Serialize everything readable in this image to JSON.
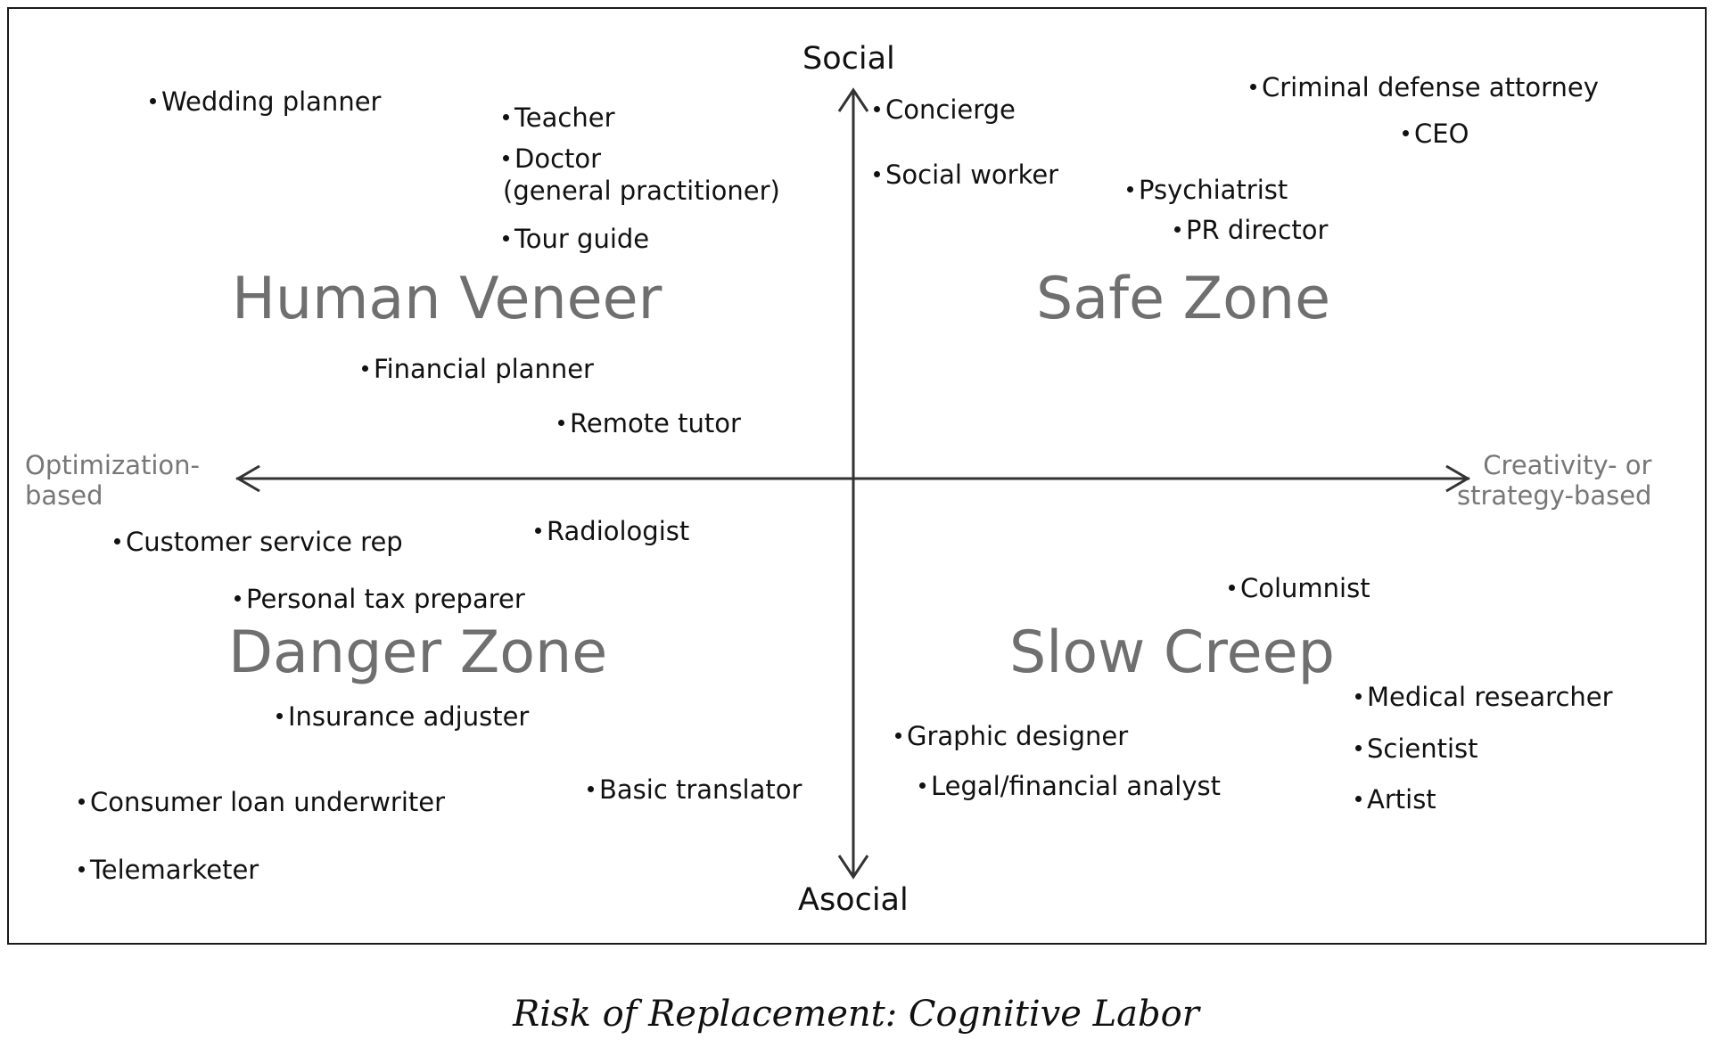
{
  "axes": {
    "top": "Social",
    "bottom": "Asocial",
    "left": "Optimization-\nbased",
    "right": "Creativity- or\nstrategy-based"
  },
  "zones": {
    "top_left": "Human Veneer",
    "top_right": "Safe Zone",
    "bottom_left": "Danger Zone",
    "bottom_right": "Slow Creep"
  },
  "items": [
    "Wedding planner",
    "Teacher",
    "Doctor\n(general practitioner)",
    "Tour guide",
    "Financial planner",
    "Remote tutor",
    "Concierge",
    "Social worker",
    "Criminal defense attorney",
    "CEO",
    "Psychiatrist",
    "PR director",
    "Customer service rep",
    "Radiologist",
    "Personal tax preparer",
    "Insurance adjuster",
    "Consumer loan underwriter",
    "Basic translator",
    "Telemarketer",
    "Columnist",
    "Graphic designer",
    "Legal/financial analyst",
    "Medical researcher",
    "Scientist",
    "Artist"
  ],
  "caption": "Risk of Replacement: Cognitive Labor"
}
